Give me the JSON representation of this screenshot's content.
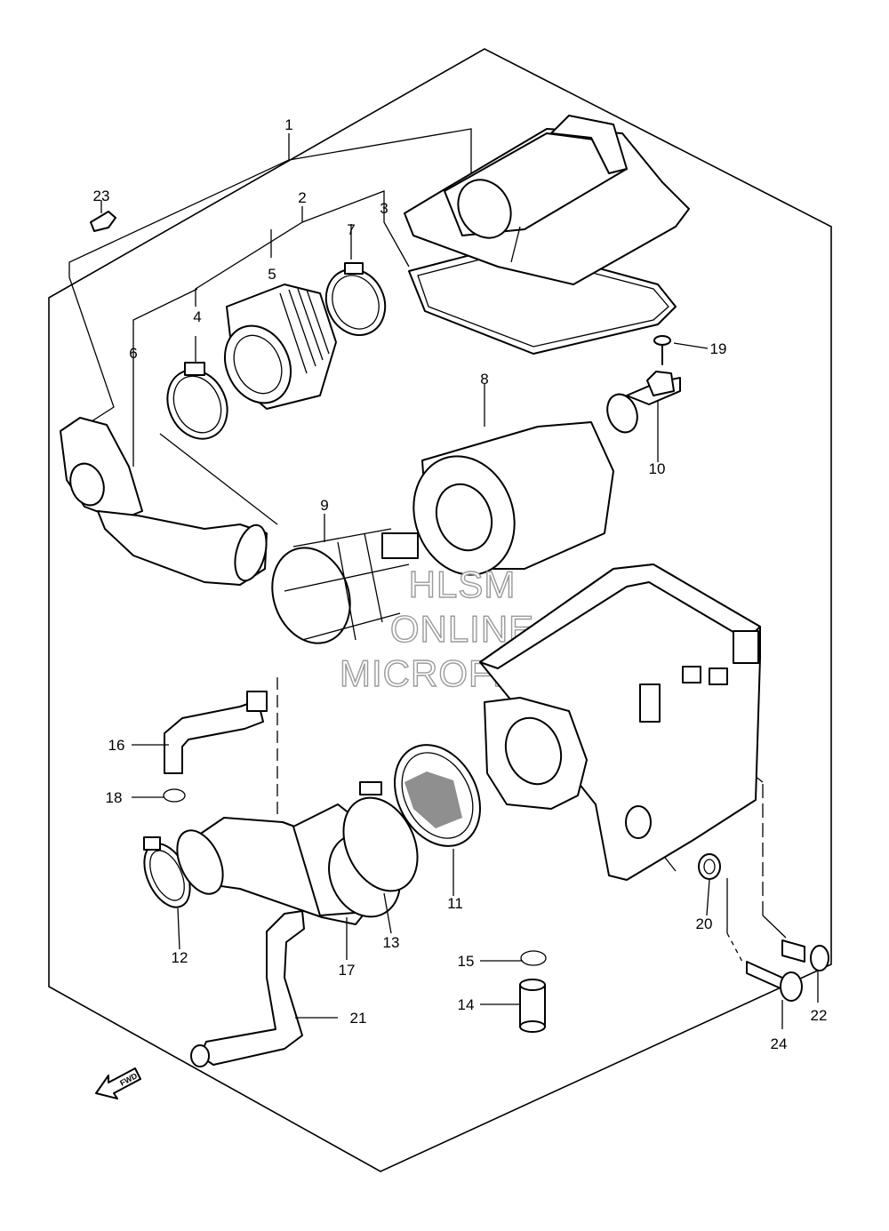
{
  "diagram": {
    "watermark": [
      "HLSM",
      "ONLINE",
      "MICROFICHE"
    ],
    "direction_label": "FWD",
    "callouts": {
      "c1": "1",
      "c2": "2",
      "c3": "3",
      "c4": "4",
      "c5": "5",
      "c6": "6",
      "c7": "7",
      "c8": "8",
      "c9": "9",
      "c10": "10",
      "c11": "11",
      "c12": "12",
      "c13": "13",
      "c14": "14",
      "c15": "15",
      "c16": "16",
      "c17": "17",
      "c18": "18",
      "c19": "19",
      "c20": "20",
      "c21": "21",
      "c22": "22",
      "c23": "23",
      "c24": "24"
    }
  }
}
